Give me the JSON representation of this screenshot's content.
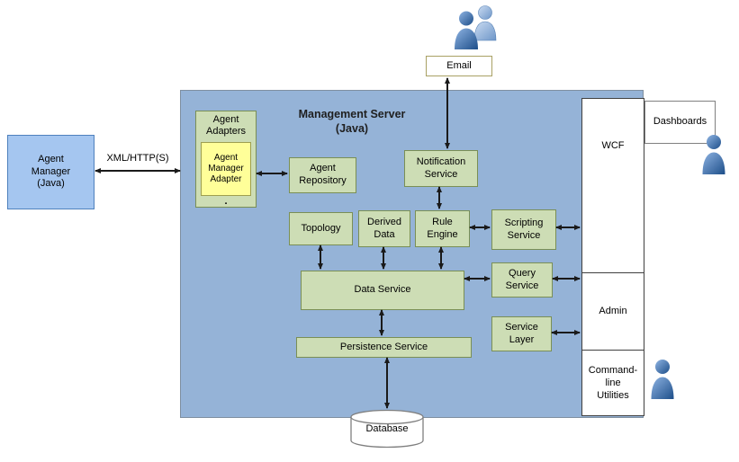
{
  "title": "Management Server\n(Java)",
  "external": {
    "agent_manager": "Agent\nManager\n(Java)",
    "xml_http": "XML/HTTP(S)",
    "email": "Email",
    "dashboards": "Dashboards",
    "database": "Database"
  },
  "adapters": {
    "title": "Agent\nAdapters",
    "adapter": "Agent\nManager\nAdapter",
    "more": "."
  },
  "services": {
    "repository": "Agent\nRepository",
    "notification": "Notification\nService",
    "topology": "Topology",
    "derived": "Derived\nData",
    "rule": "Rule\nEngine",
    "scripting": "Scripting\nService",
    "query": "Query\nService",
    "data": "Data Service",
    "layer": "Service\nLayer",
    "persistence": "Persistence Service"
  },
  "interfaces": {
    "wcf": "WCF",
    "admin": "Admin",
    "cli": "Command-line\nUtilities"
  },
  "colors": {
    "server_fill": "#95B3D7",
    "service_fill": "#CDDDB5",
    "service_border": "#7A8F55",
    "adapter_fill": "#FFFF99",
    "agent_manager_fill": "#A5C6F0",
    "agent_manager_border": "#4F81BD",
    "arrow": "#1A1A1A",
    "person_blue_dark": "#1D4E89",
    "person_blue_light": "#6E96C8"
  }
}
